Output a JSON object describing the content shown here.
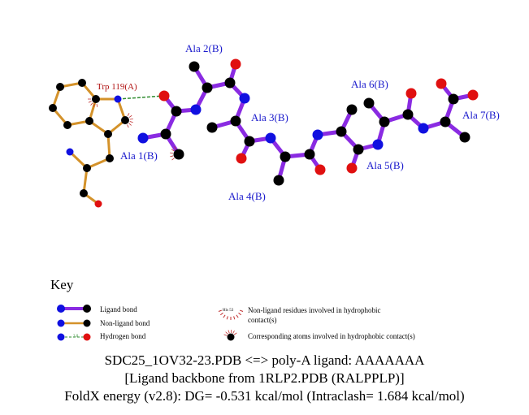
{
  "residues": {
    "trp": "Trp 119(A)",
    "ala1": "Ala 1(B)",
    "ala2": "Ala 2(B)",
    "ala3": "Ala 3(B)",
    "ala4": "Ala 4(B)",
    "ala5": "Ala 5(B)",
    "ala6": "Ala 6(B)",
    "ala7": "Ala 7(B)"
  },
  "key": {
    "title": "Key",
    "ligand_bond": "Ligand bond",
    "nonligand_bond": "Non-ligand bond",
    "hbond": "Hydrogen bond",
    "hbond_dist": "3.0",
    "example_residue": "His 53",
    "nonligand_residues_1": "Non-ligand residues involved in hydrophobic",
    "nonligand_residues_2": "contact(s)",
    "corresponding_atoms": "Corresponding atoms involved in hydrophobic contact(s)"
  },
  "caption": {
    "line1": "SDC25_1OV32-23.PDB <=> poly-A ligand: AAAAAAA",
    "line2": "[Ligand backbone from 1RLP2.PDB (RALPPLP)]",
    "line3": "FoldX energy (v2.8): DG= -0.531 kcal/mol (Intraclash= 1.684 kcal/mol)"
  },
  "colors": {
    "ligand_bond": "#8a2be2",
    "nonligand_bond": "#d4922a",
    "carbon": "#000000",
    "nitrogen": "#1010e0",
    "oxygen": "#e01010",
    "hbond": "#2e8b2e",
    "contact": "#c03030"
  }
}
